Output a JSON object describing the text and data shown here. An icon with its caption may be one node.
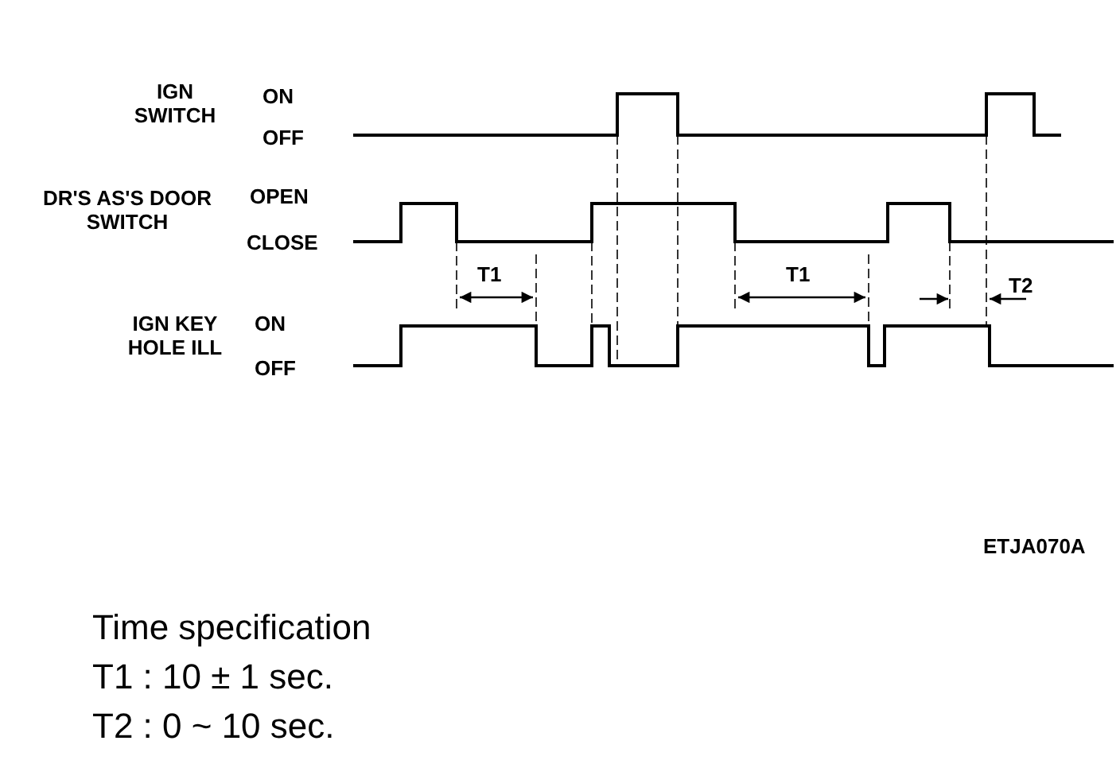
{
  "diagram": {
    "labels": [
      "IGN SWITCH",
      "ON",
      "OFF",
      "DR'S AS'S DOOR SWITCH",
      "OPEN",
      "CLOSE",
      "IGN KEY HOLE ILL",
      "ON",
      "OFF",
      "T1",
      "T1",
      "T2",
      "ETJA070A",
      "Time specification",
      "T1 : 10 ± 1 sec.",
      "T2 : 0 ~ 10 sec."
    ]
  }
}
